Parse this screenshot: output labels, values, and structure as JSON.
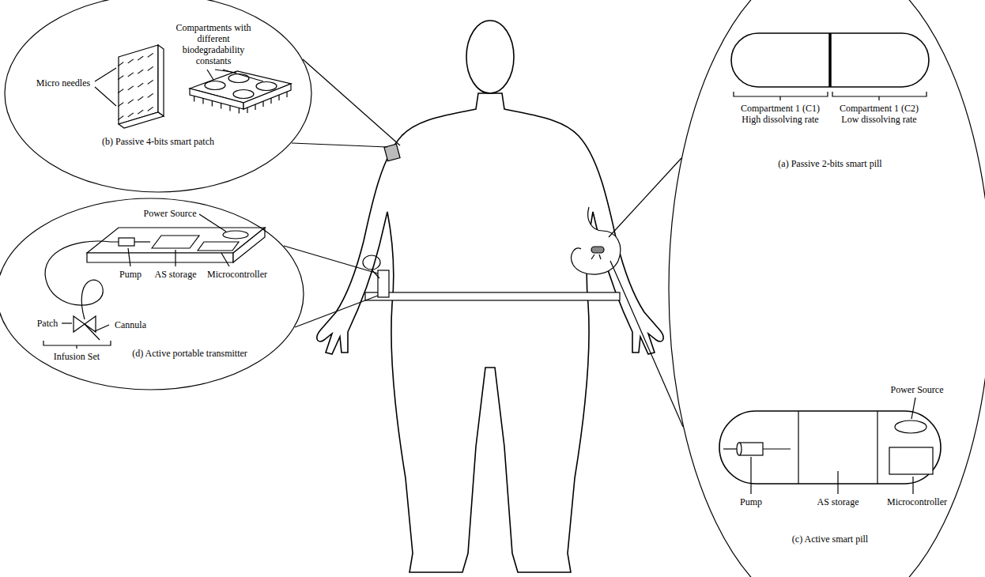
{
  "diagram": {
    "nodes": [
      {
        "text": [
          "(b) Passive 4-bits smart patch"
        ]
      },
      {
        "text": [
          "(a) Passive 2-bits smart pill",
          "(c) Active smart pill"
        ]
      },
      {
        "text": [
          "(d) Active portable transmitter"
        ]
      }
    ],
    "labels": [
      "Micro needles",
      "Compartments with different biodegradability constants",
      "Compartment 1 (C1) High dissolving rate",
      "Compartment 1 (C2) Low dissolving rate",
      "Power Source",
      "Pump",
      "AS storage",
      "Microcontroller",
      "Patch",
      "Cannula",
      "Infusion Set",
      "Power Source",
      "Pump",
      "AS storage",
      "Microcontroller"
    ]
  }
}
